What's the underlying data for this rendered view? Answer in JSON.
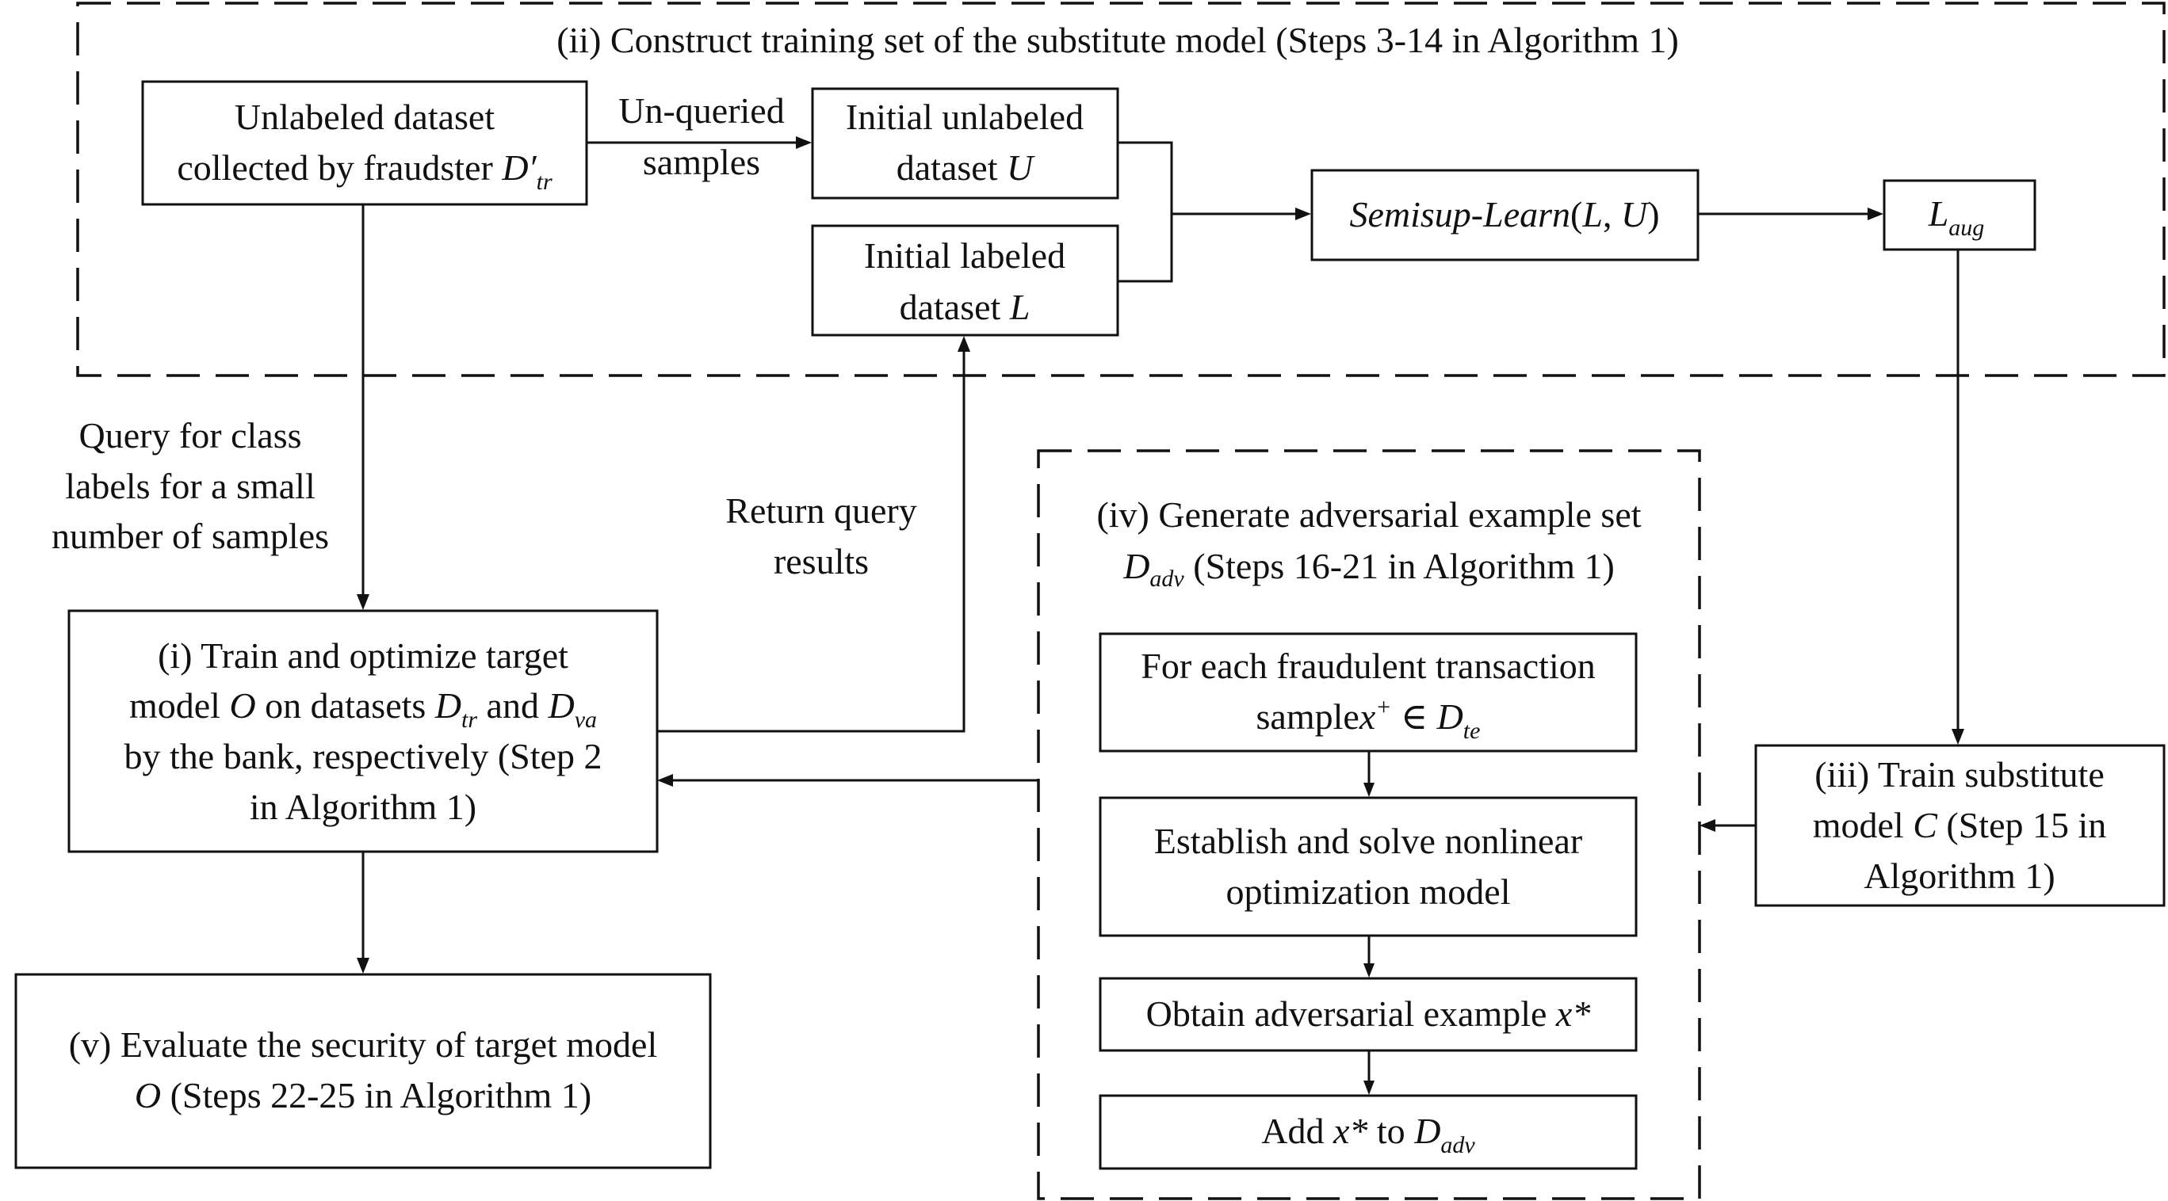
{
  "regions": {
    "ii_title": "(ii) Construct training set of the substitute model (Steps 3-14 in Algorithm 1)",
    "iv_title_1": "(iv) Generate adversarial example set",
    "iv_title_2_sym": "D",
    "iv_title_2_sub": "adv",
    "iv_title_2_rest": " (Steps 16-21 in Algorithm 1)"
  },
  "boxes": {
    "unlabeled_1": "Unlabeled dataset",
    "unlabeled_2_text": "collected by fraudster ",
    "unlabeled_2_sym": "D′",
    "unlabeled_2_sub": "tr",
    "init_unlabeled_1": "Initial unlabeled",
    "init_unlabeled_2_text": "dataset ",
    "init_unlabeled_2_sym": "U",
    "init_labeled_1": "Initial labeled",
    "init_labeled_2_text": "dataset ",
    "init_labeled_2_sym": "L",
    "semisup_fn": "Semisup-Learn",
    "semisup_open": "(",
    "semisup_L": "L",
    "semisup_comma": ", ",
    "semisup_U": "U",
    "semisup_close": ")",
    "laug_sym": "L",
    "laug_sub": "aug",
    "train_target_1": "(i) Train and optimize target",
    "train_target_2a": "model ",
    "train_target_2_O": "O",
    "train_target_2b": " on datasets ",
    "train_target_2_D1": "D",
    "train_target_2_D1sub": "tr",
    "train_target_2c": " and ",
    "train_target_2_D2": "D",
    "train_target_2_D2sub": "va",
    "train_target_3": "by the bank, respectively (Step 2",
    "train_target_4": "in Algorithm 1)",
    "evaluate_1": "(v) Evaluate the security of target model",
    "evaluate_2_O": "O",
    "evaluate_2_rest": " (Steps 22-25 in Algorithm 1)",
    "train_sub_1": "(iii) Train substitute",
    "train_sub_2a": "model ",
    "train_sub_2_C": "C",
    "train_sub_2b": " (Step 15 in",
    "train_sub_3": "Algorithm 1)",
    "for_each_1": "For each fraudulent transaction",
    "for_each_2a": "sample",
    "for_each_2_x": "x",
    "for_each_2_sup": "+",
    "for_each_2_in": " ∈ ",
    "for_each_2_D": "D",
    "for_each_2_Dsub": "te",
    "establish_1": "Establish and solve nonlinear",
    "establish_2": "optimization model",
    "obtain_text": "Obtain adversarial example ",
    "obtain_x": "x*",
    "add_a": "Add ",
    "add_x": "x*",
    "add_b": " to ",
    "add_D": "D",
    "add_Dsub": "adv"
  },
  "edge_labels": {
    "unqueried_1": "Un-queried",
    "unqueried_2": "samples",
    "query_1": "Query for class",
    "query_2": "labels for a small",
    "query_3": "number of samples",
    "return_1": "Return query",
    "return_2": "results"
  }
}
